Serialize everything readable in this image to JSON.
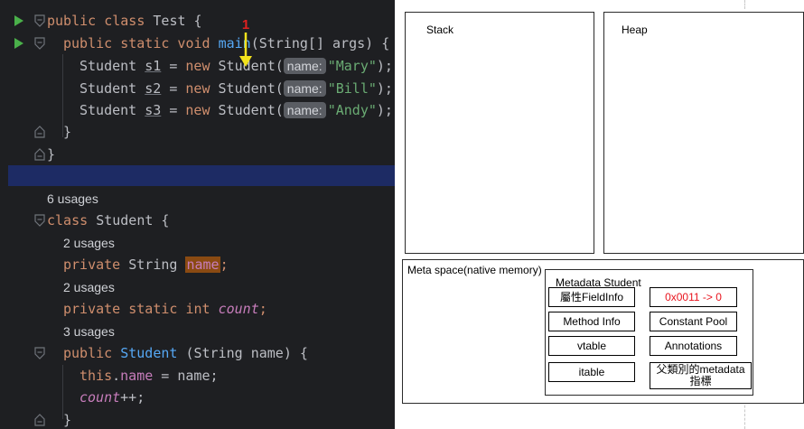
{
  "editor": {
    "code": {
      "class_test_kw": "public class ",
      "class_test_name": "Test {",
      "main_sig_kw": "public static void ",
      "main_sig_name": "main",
      "main_sig_rest": "(String[] args) {",
      "student_type": "Student ",
      "var_s1": "s1",
      "var_s2": "s2",
      "var_s3": "s3",
      "assign": " = ",
      "new_kw": "new",
      "ctor_call": " Student(",
      "param_hint": "name:",
      "arg_mary": "\"Mary\"",
      "arg_bill": "\"Bill\"",
      "arg_andy": "\"Andy\"",
      "call_end": ");",
      "close_brace": "}",
      "class_student_kw": "class ",
      "class_student_name": "Student {",
      "private_kw": "private ",
      "string_type": "String ",
      "field_name": "name",
      "semicolon": ";",
      "private_static_int": "private static int ",
      "field_count": "count",
      "ctor_public": "public ",
      "ctor_name": "Student",
      "ctor_params": " (String name) {",
      "this_kw": "this",
      "dot": ".",
      "assign_name": " = name;",
      "increment": "++;"
    },
    "usages": {
      "class_usages": "6 usages",
      "name_usages": "2 usages",
      "count_usages": "2 usages",
      "ctor_usages": "3 usages"
    },
    "marker_number": "1"
  },
  "diagram": {
    "stack_label": "Stack",
    "heap_label": "Heap",
    "meta_space_label": "Meta space(native memory)",
    "metadata_title": "Metadata Student",
    "cells": {
      "field_info": "屬性FieldInfo",
      "count_value": "0x0011 -> 0",
      "method_info": "Method Info",
      "constant_pool": "Constant Pool",
      "vtable": "vtable",
      "annotations": "Annotations",
      "itable": "itable",
      "parent_metadata": "父類別的metadata指標"
    }
  },
  "colors": {
    "editor_bg": "#1e1f22",
    "selection_bar": "#1d2b64",
    "keyword": "#cf8e6d",
    "method": "#56a8f5",
    "string": "#6aab73",
    "field": "#c77dbb",
    "run_icon": "#4ab04a",
    "marker_red": "#e02020",
    "marker_arrow": "#f2e21c",
    "count_value_red": "#e8141e"
  }
}
